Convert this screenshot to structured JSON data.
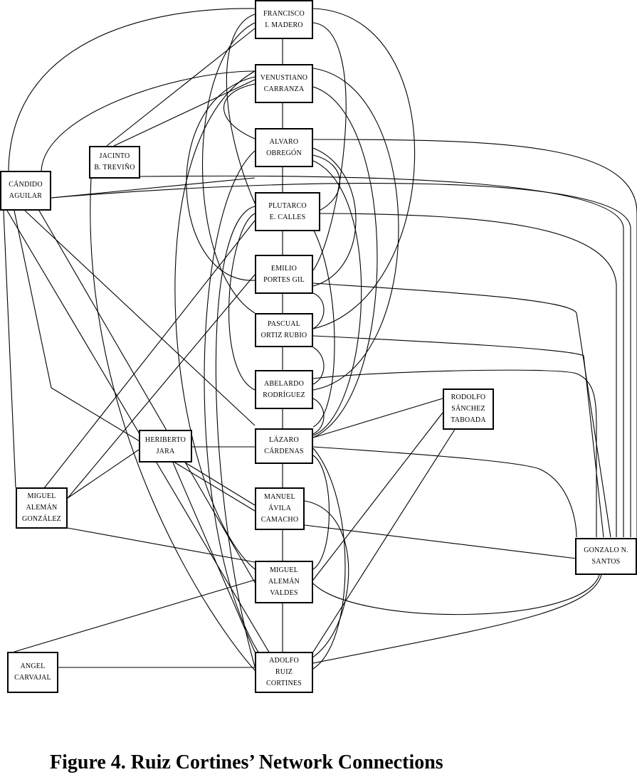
{
  "caption": "Figure 4. Ruiz Cortines’ Network Connections",
  "nodes": {
    "madero": "FRANCISCO\nI. MADERO",
    "carranza": "VENUSTIANO\nCARRANZA",
    "obregon": "ALVARO\nOBREGÓN",
    "calles": "PLUTARCO\nE. CALLES",
    "portes_gil": "EMILIO\nPORTES GIL",
    "ortiz_rubio": "PASCUAL\nORTIZ RUBIO",
    "rodriguez": "ABELARDO\nRODRÍGUEZ",
    "cardenas": "LÁZARO\nCÁRDENAS",
    "avila_camacho": "MANUEL\nÁVILA\nCAMACHO",
    "aleman_valdes": "MIGUEL\nALEMÁN\nVALDES",
    "ruiz_cortines": "ADOLFO\nRUIZ\nCORTINES",
    "trevino": "JACINTO\nB. TREVIÑO",
    "aguilar": "CÁNDIDO\nAGUILAR",
    "jara": "HERIBERTO\nJARA",
    "aleman_gonzalez": "MIGUEL\nALEMÁN\nGONZÁLEZ",
    "carvajal": "ANGEL\nCARVAJAL",
    "sanchez_taboada": "RODOLFO\nSÁNCHEZ\nTABOADA",
    "santos": "GONZALO N.\nSANTOS"
  }
}
